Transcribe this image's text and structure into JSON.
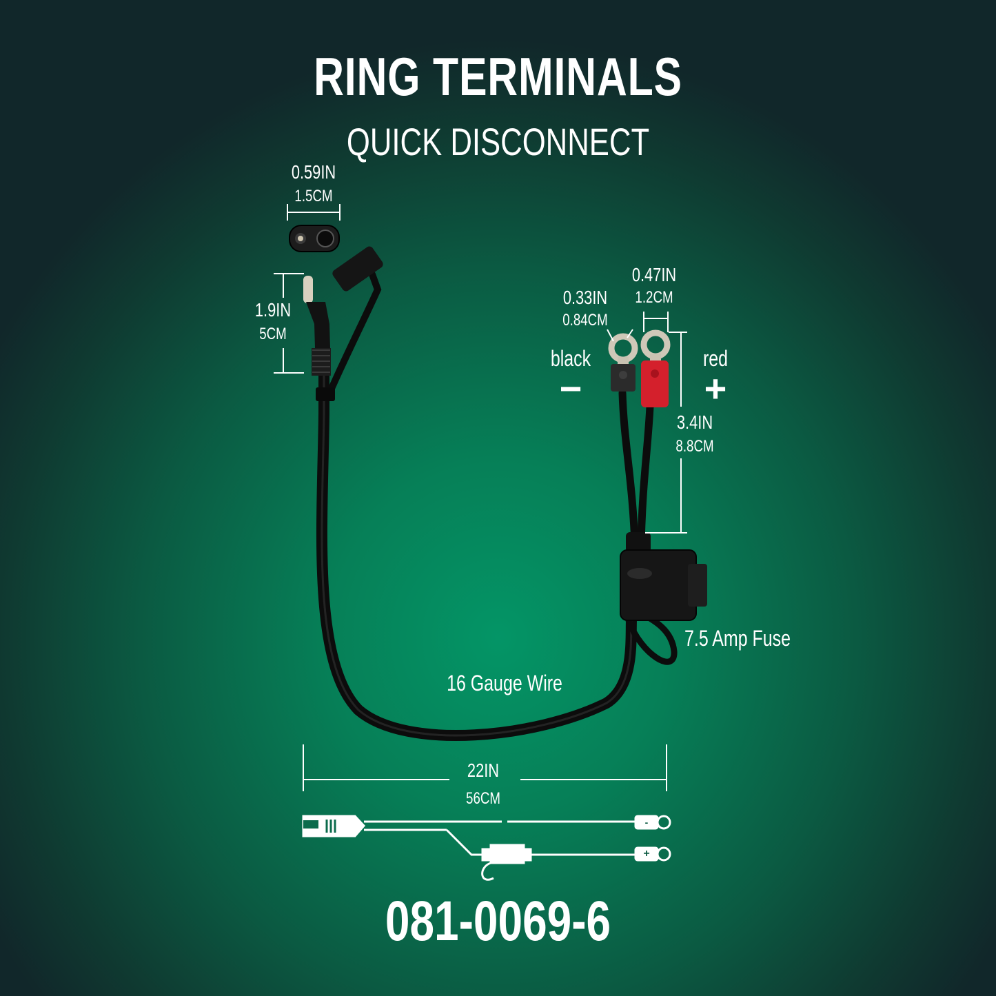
{
  "header": {
    "title": "RING TERMINALS",
    "subtitle": "QUICK DISCONNECT"
  },
  "dimensions": {
    "cap_width": {
      "in": "0.59IN",
      "cm": "1.5CM"
    },
    "sae_length": {
      "in": "1.9IN",
      "cm": "5CM"
    },
    "ring_small": {
      "in": "0.33IN",
      "cm": "0.84CM"
    },
    "ring_large": {
      "in": "0.47IN",
      "cm": "1.2CM"
    },
    "lead_length": {
      "in": "3.4IN",
      "cm": "8.8CM"
    },
    "total_length": {
      "in": "22IN",
      "cm": "56CM"
    }
  },
  "polarity": {
    "negative": {
      "label": "black",
      "symbol": "−"
    },
    "positive": {
      "label": "red",
      "symbol": "+"
    }
  },
  "callouts": {
    "fuse": "7.5 Amp Fuse",
    "wire": "16 Gauge Wire"
  },
  "schematic": {
    "neg_mark": "-",
    "pos_mark": "+"
  },
  "part_number": "081-0069-6",
  "colors": {
    "red_terminal": "#d4202c",
    "black_terminal": "#2a2a2a",
    "cable": "#111111",
    "text": "#ffffff"
  }
}
